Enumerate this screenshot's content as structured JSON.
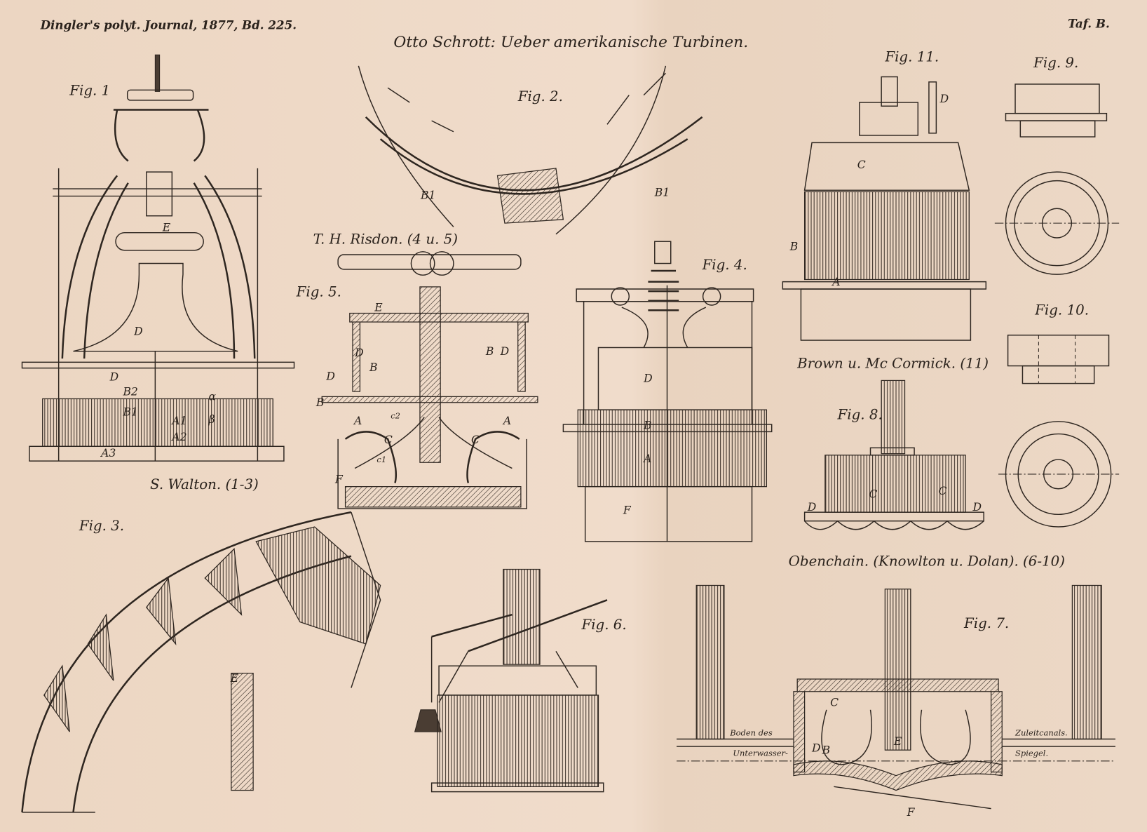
{
  "header": {
    "journal": "Dingler's polyt. Journal, 1877, Bd. 225.",
    "title": "Otto Schrott: Ueber amerikanische Turbinen.",
    "plate": "Taf. B."
  },
  "makers": {
    "walton": "S. Walton. (1-3)",
    "risdon": "T. H. Risdon. (4 u. 5)",
    "brown": "Brown u. Mc Cormick. (11)",
    "obenchain": "Obenchain. (Knowlton u. Dolan). (6-10)"
  },
  "figures": {
    "fig1": {
      "caption": "Fig. 1",
      "labels": [
        "E",
        "D",
        "D",
        "B2",
        "B1",
        "α",
        "A1",
        "β",
        "A2",
        "A3"
      ]
    },
    "fig2": {
      "caption": "Fig. 2.",
      "labels": [
        "B1",
        "B1"
      ]
    },
    "fig3": {
      "caption": "Fig. 3.",
      "labels": [
        "E"
      ]
    },
    "fig4": {
      "caption": "Fig. 4.",
      "labels": [
        "D",
        "B",
        "A",
        "F"
      ]
    },
    "fig5": {
      "caption": "Fig. 5.",
      "labels": [
        "E",
        "D",
        "B",
        "D",
        "B",
        "B",
        "D",
        "A",
        "c2",
        "C",
        "c1",
        "C",
        "A",
        "F"
      ]
    },
    "fig6": {
      "caption": "Fig. 6."
    },
    "fig7": {
      "caption": "Fig. 7.",
      "labels": [
        "C",
        "D",
        "B",
        "E",
        "F"
      ],
      "annotations": [
        "Boden des",
        "Zuleitcanals.",
        "Unterwasser-",
        "Spiegel."
      ]
    },
    "fig8": {
      "caption": "Fig. 8.",
      "labels": [
        "C",
        "C",
        "D",
        "D"
      ]
    },
    "fig9": {
      "caption": "Fig. 9."
    },
    "fig10": {
      "caption": "Fig. 10."
    },
    "fig11": {
      "caption": "Fig. 11.",
      "labels": [
        "D",
        "C",
        "B",
        "A"
      ]
    }
  }
}
